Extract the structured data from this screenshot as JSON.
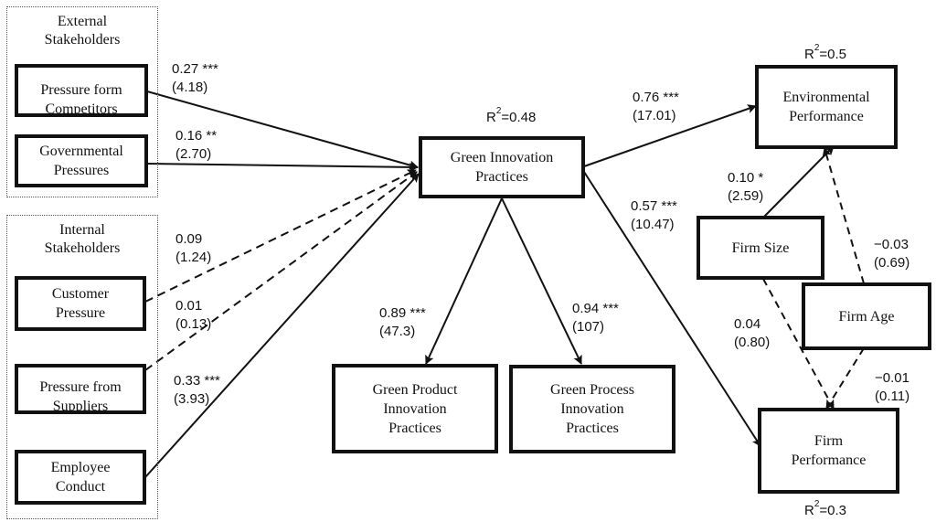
{
  "groups": {
    "external": {
      "title_line1": "External",
      "title_line2": "Stakeholders"
    },
    "internal": {
      "title_line1": "Internal",
      "title_line2": "Stakeholders"
    }
  },
  "nodes": {
    "competitors": {
      "line1": "Pressure form",
      "line2": "Competitors"
    },
    "governmental": {
      "line1": "Governmental",
      "line2": "Pressures"
    },
    "customer": {
      "line1": "Customer",
      "line2": "Pressure"
    },
    "suppliers": {
      "line1": "Pressure from",
      "line2": "Suppliers"
    },
    "employee": {
      "line1": "Employee",
      "line2": "Conduct"
    },
    "gip": {
      "line1": "Green Innovation",
      "line2": "Practices"
    },
    "product": {
      "line1": "Green Product",
      "line2": "Innovation",
      "line3": "Practices"
    },
    "process": {
      "line1": "Green Process",
      "line2": "Innovation",
      "line3": "Practices"
    },
    "env": {
      "line1": "Environmental",
      "line2": "Performance"
    },
    "firm_size": {
      "label": "Firm Size"
    },
    "firm_age": {
      "label": "Firm Age"
    },
    "firm_perf": {
      "line1": "Firm",
      "line2": "Performance"
    }
  },
  "r_squared": {
    "gip": {
      "prefix": "R",
      "sup": "2",
      "value": "=0.48"
    },
    "env": {
      "prefix": "R",
      "sup": "2",
      "value": "=0.5"
    },
    "firm_perf": {
      "prefix": "R",
      "sup": "2",
      "value": "=0.3"
    }
  },
  "paths": {
    "competitors_gip": {
      "coef": "0.27 ***",
      "t": "(4.18)",
      "style": "solid"
    },
    "governmental_gip": {
      "coef": "0.16 **",
      "t": "(2.70)",
      "style": "solid"
    },
    "customer_gip": {
      "coef": "0.09",
      "t": "(1.24)",
      "style": "dashed"
    },
    "suppliers_gip": {
      "coef": "0.01",
      "t": "(0.13)",
      "style": "dashed"
    },
    "employee_gip": {
      "coef": "0.33 ***",
      "t": "(3.93)",
      "style": "solid"
    },
    "gip_env": {
      "coef": "0.76 ***",
      "t": "(17.01)",
      "style": "solid"
    },
    "gip_firm_perf": {
      "coef": "0.57 ***",
      "t": "(10.47)",
      "style": "solid"
    },
    "gip_product": {
      "coef": "0.89 ***",
      "t": "(47.3)",
      "style": "solid"
    },
    "gip_process": {
      "coef": "0.94 ***",
      "t": "(107)",
      "style": "solid"
    },
    "size_env": {
      "coef": "0.10 *",
      "t": "(2.59)",
      "style": "solid"
    },
    "age_env": {
      "coef": "−0.03",
      "t": "(0.69)",
      "style": "dashed"
    },
    "size_firm_perf": {
      "coef": "0.04",
      "t": "(0.80)",
      "style": "dashed"
    },
    "age_firm_perf": {
      "coef": "−0.01",
      "t": "(0.11)",
      "style": "dashed"
    }
  },
  "colors": {
    "ink": "#111111",
    "background": "#ffffff"
  }
}
